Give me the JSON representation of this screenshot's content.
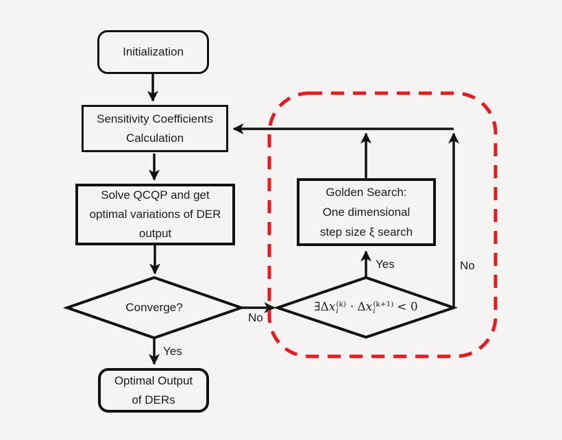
{
  "diagram": {
    "background": "#f5f4f2",
    "line_color": "#111111",
    "dashed_region_color": "#e8191f"
  },
  "nodes": {
    "initialization": {
      "label": "Initialization"
    },
    "sensitivity_calc": {
      "lines": [
        "Sensitivity Coefficients",
        "Calculation"
      ]
    },
    "solve_qcqp": {
      "lines": [
        "Solve QCQP and get",
        "optimal variations of DER",
        "output"
      ]
    },
    "converge": {
      "label": "Converge?"
    },
    "optimal_output": {
      "lines": [
        "Optimal Output",
        "of DERs"
      ]
    },
    "golden_search": {
      "lines": [
        "Golden Search:",
        "One dimensional",
        "step size ξ search"
      ]
    },
    "sign_change": {
      "prefix": "∃Δ",
      "var1": "x",
      "sup1": "(k)",
      "sub1": "i",
      "dot": "·",
      "delta": "Δ",
      "var2": "x",
      "sup2": "(k+1)",
      "sub2": "i",
      "suffix": "< 0"
    }
  },
  "edge_labels": {
    "converge_yes": "Yes",
    "converge_no": "No",
    "sign_yes": "Yes",
    "sign_no": "No"
  }
}
